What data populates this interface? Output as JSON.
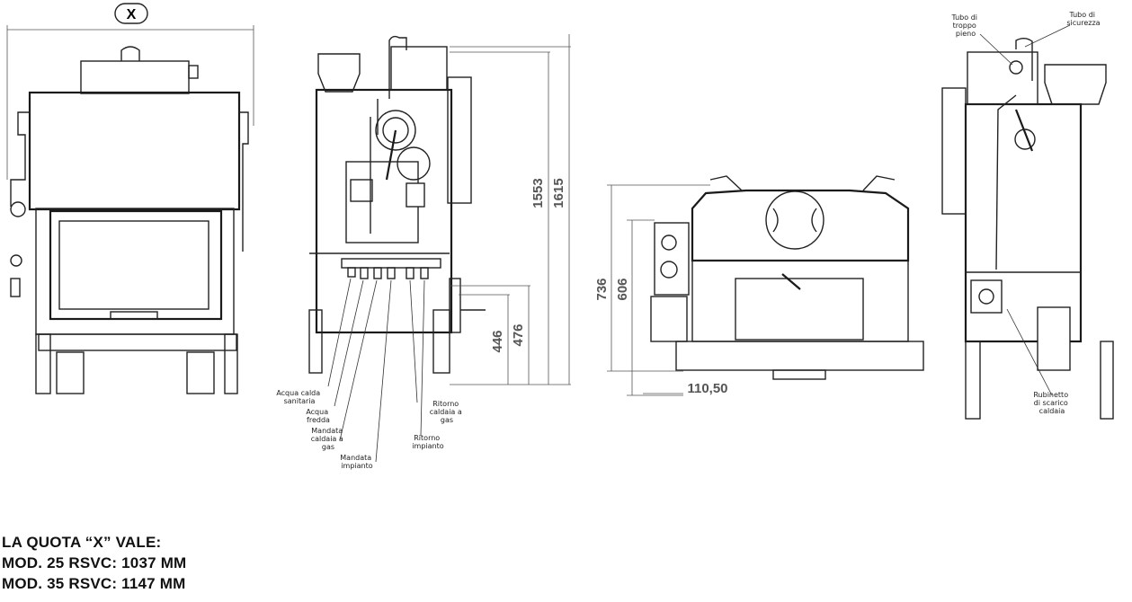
{
  "front_view": {
    "dimension_symbol": "X"
  },
  "side_view": {
    "dimensions": [
      "1553",
      "1615",
      "446",
      "476"
    ],
    "connections": [
      [
        "Acqua calda",
        "sanitaria"
      ],
      [
        "Acqua",
        "fredda"
      ],
      [
        "Mandata",
        "caldaia a",
        "gas"
      ],
      [
        "Mandata",
        "impianto"
      ],
      [
        "Ritorno",
        "caldaia a",
        "gas"
      ],
      [
        "Ritorno",
        "impianto"
      ]
    ]
  },
  "top_view": {
    "dimensions": [
      "736",
      "606",
      "110,50"
    ]
  },
  "rear_view": {
    "callouts": [
      [
        "Tubo di",
        "troppo",
        "pieno"
      ],
      [
        "Tubo di",
        "sicurezza"
      ],
      [
        "Rubinetto",
        "di scarico",
        "caldaia"
      ]
    ]
  },
  "notes": {
    "heading": "LA QUOTA “X” VALE:",
    "lines": [
      "MOD. 25 RSVC: 1037 MM",
      "MOD. 35 RSVC: 1147 MM"
    ]
  }
}
